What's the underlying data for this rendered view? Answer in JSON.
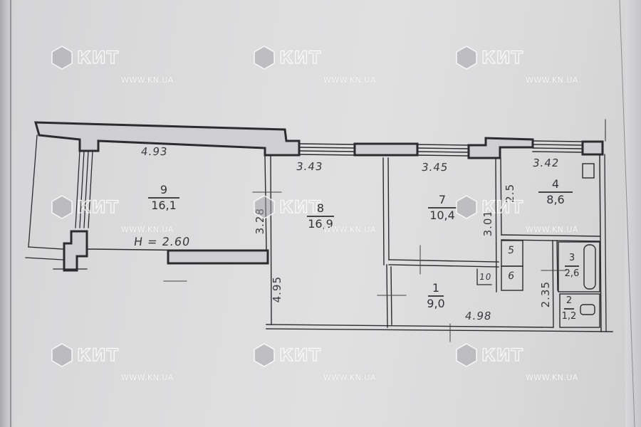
{
  "document": {
    "type": "apartment floor plan (BTI sketch)",
    "ceiling_height_label": "H=2.60"
  },
  "rooms": [
    {
      "number": "9",
      "area": "16,1"
    },
    {
      "number": "8",
      "area": "16,9"
    },
    {
      "number": "7",
      "area": "10,4"
    },
    {
      "number": "4",
      "area": "8,6"
    },
    {
      "number": "1",
      "area": "9,0"
    },
    {
      "number": "3",
      "area": "2,6"
    },
    {
      "number": "2",
      "area": "1,2"
    },
    {
      "number": "5",
      "area": ""
    },
    {
      "number": "6",
      "area": ""
    },
    {
      "number": "10",
      "area": ""
    }
  ],
  "dimensions": {
    "room9_width": "4.93",
    "room8_width": "3.43",
    "room7_width": "3.45",
    "room4_width": "3.42",
    "room9_depth": "3.28",
    "room8_depth": "4.95",
    "room7_depth": "3.01",
    "room4_depth": "2.5",
    "hall_width": "4.98",
    "hall_depth": "2.35",
    "ceiling": "H = 2.60"
  },
  "watermark": {
    "brand": "КИТ",
    "url": "WWW.KN.UA"
  }
}
